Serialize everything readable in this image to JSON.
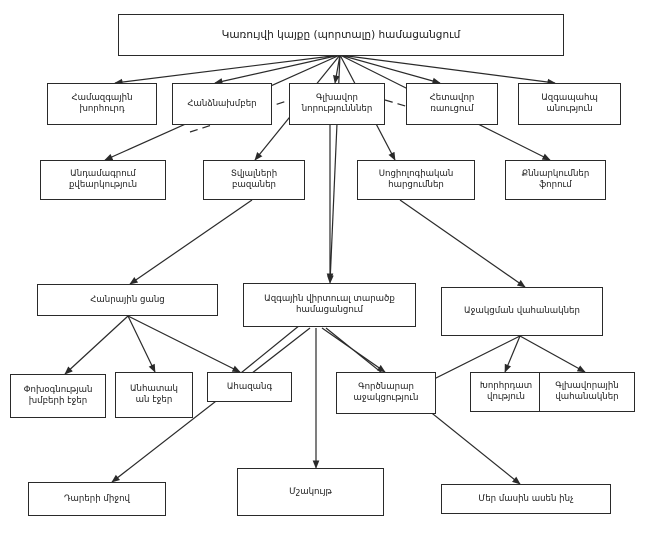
{
  "diagram": {
    "nodes": {
      "root": "Կառույվի կայքը (պորտալը) համացանցում",
      "n_hamazg": "Համազգային\nխորհուրդ",
      "n_handznakhm": "Հանձնախմբեր",
      "n_glkhavor": "Գլխավոր\nնորությունններ",
      "n_hetavor": "Հետավոր\nռաուցում",
      "n_azgayin_anvt": "Ազգապահպ\nանություն",
      "n_antamagrum": "Անդամագրում\nքվեարկություն",
      "n_tvyalner": "Տվյալների\nբազաներ",
      "n_soc": "Սոցիոլոգիական\nհարցումներ",
      "n_qnnarkum": "Քննարկումներ\nֆորում",
      "n_hanrayin": "Հանրային ցանց",
      "n_vir": "Ազգային վիրտուալ տարածք\nհամացանցում",
      "n_ajakc": "Աջակցման վահանակներ",
      "n_poxkaz": "Փոխօգնության\nխմբերի էջեր",
      "n_anhatakan": "Անհատակ\nան էջեր",
      "n_ahazang": "Ահազանգ",
      "n_gortsnakan": "Գործնարար\nաջակցություն",
      "n_khorhrd": "Խորհրդատ\nվություն",
      "n_glxavor_vah": "Գլխավորային\nվահանակներ",
      "n_darer": "Դարերի միջով",
      "n_mshakuyt": "Մշակույթ",
      "n_mer": "Մեր մասին ասեն ինչ"
    }
  }
}
